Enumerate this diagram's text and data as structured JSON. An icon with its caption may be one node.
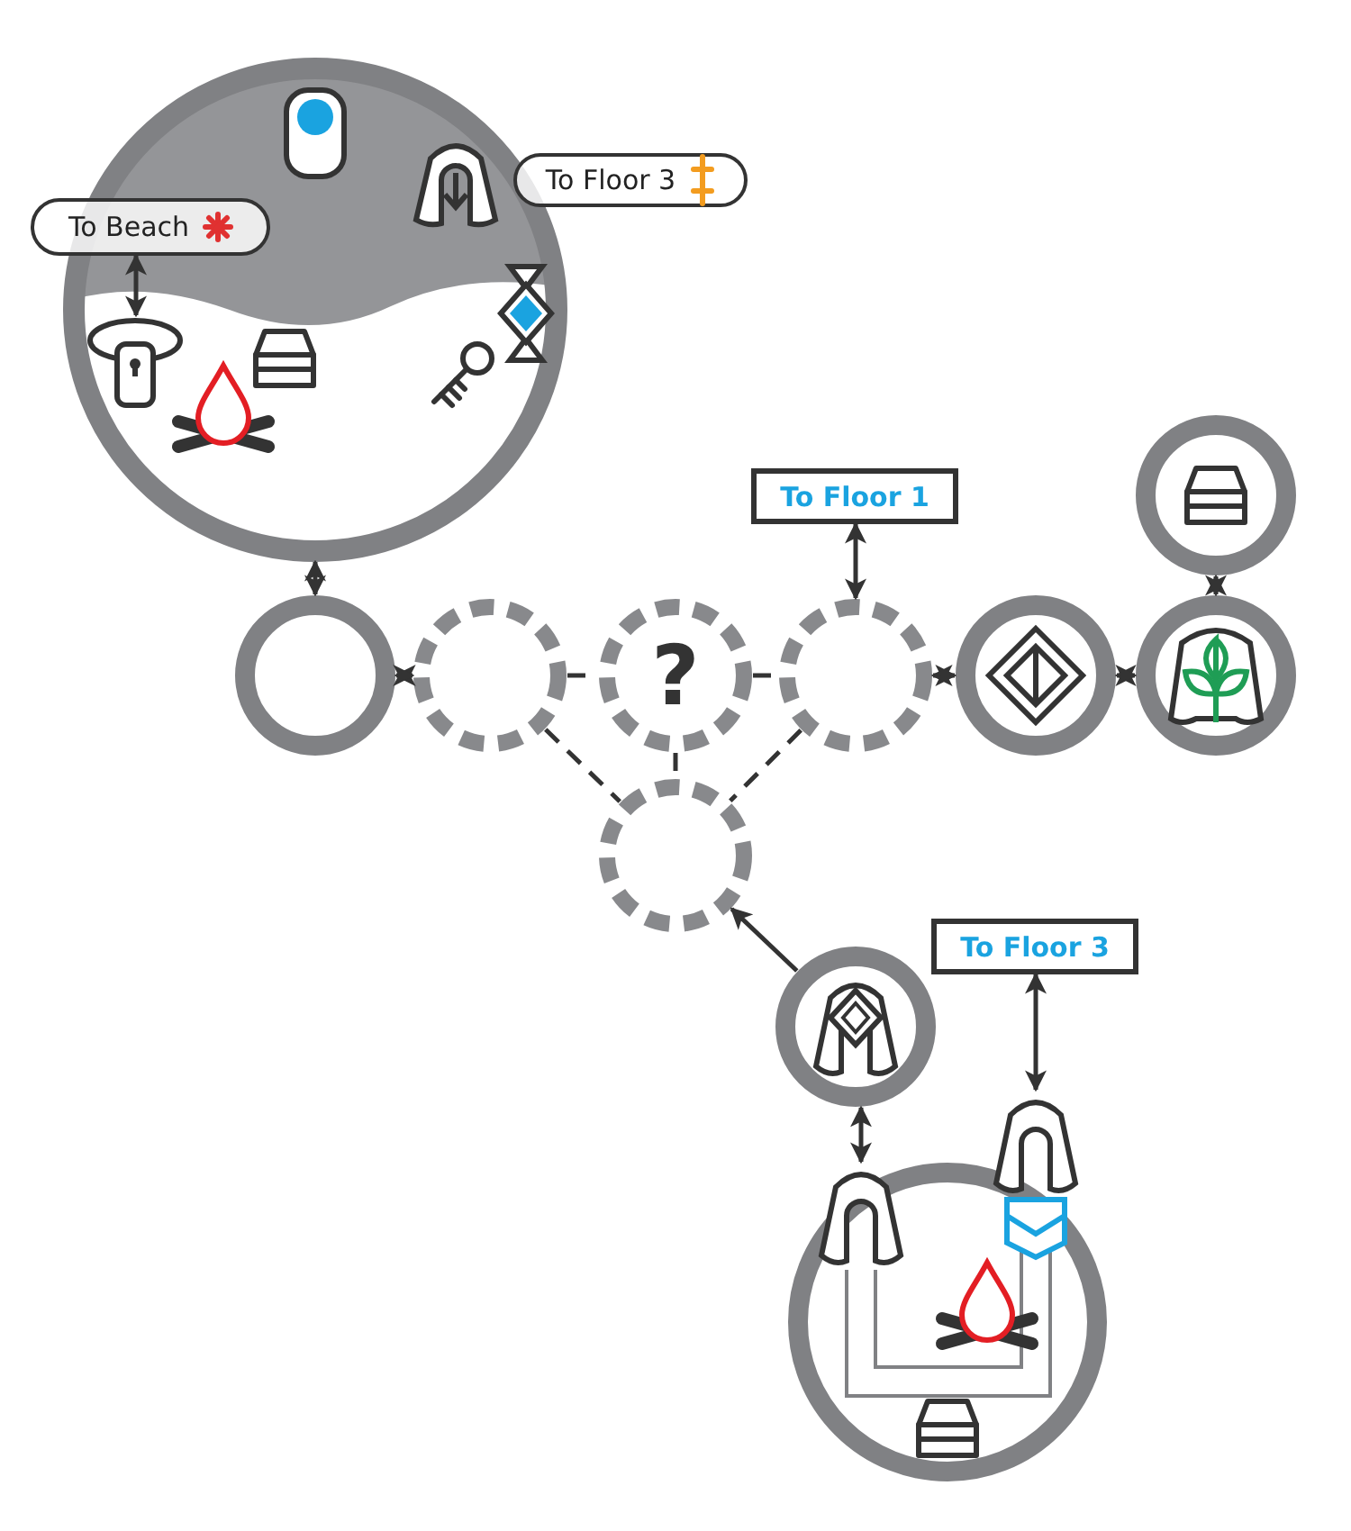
{
  "diagram": {
    "nodes": [
      {
        "text": [],
        "shape": "circle"
      },
      {
        "text": [
          "To Beach"
        ]
      },
      {
        "text": [
          "To Floor 3"
        ]
      },
      {
        "text": [],
        "shape": "picture",
        "in": 0
      },
      {
        "text": [],
        "shape": "circle"
      },
      {
        "text": [],
        "shape": "circle"
      },
      {
        "text": [
          "?"
        ]
      },
      {
        "text": [],
        "shape": "circle"
      },
      {
        "text": [
          "To Floor 1"
        ]
      },
      {
        "text": [],
        "shape": "circle"
      },
      {
        "text": [],
        "shape": "circle"
      },
      {
        "text": [],
        "shape": "circle"
      },
      {
        "text": [],
        "shape": "circle"
      },
      {
        "text": [],
        "shape": "circle"
      },
      {
        "text": [
          "To Floor 3"
        ]
      },
      {
        "text": [],
        "shape": "circle"
      },
      {
        "text": [],
        "shape": "picture",
        "in": 15
      },
      {
        "text": [],
        "shape": "picture"
      }
    ],
    "edges": [
      {
        "from": 0,
        "to": 4,
        "arrow": "both"
      },
      {
        "from": 1,
        "to": 3,
        "arrow": "both"
      },
      {
        "from": 4,
        "to": 5,
        "arrow": "both"
      },
      {
        "from": 5,
        "to": 6,
        "arrow": "none",
        "style": "dashed"
      },
      {
        "from": 6,
        "to": 7,
        "arrow": "none",
        "style": "dashed"
      },
      {
        "from": 5,
        "to": 12,
        "arrow": "none",
        "style": "dashed"
      },
      {
        "from": 6,
        "to": 12,
        "arrow": "none",
        "style": "dashed"
      },
      {
        "from": 7,
        "to": 12,
        "arrow": "none",
        "style": "dashed"
      },
      {
        "from": 7,
        "to": 8,
        "arrow": "both"
      },
      {
        "from": 7,
        "to": 9,
        "arrow": "both"
      },
      {
        "from": 9,
        "to": 10,
        "arrow": "both"
      },
      {
        "from": 11,
        "to": 10,
        "arrow": "both"
      },
      {
        "from": 13,
        "to": 12,
        "arrow": "to"
      },
      {
        "from": 13,
        "to": 16,
        "arrow": "both"
      },
      {
        "from": 14,
        "to": 17,
        "arrow": "both"
      },
      {
        "from": 16,
        "to": 17,
        "arrow": "none",
        "style": "thick",
        "color": "#808184"
      }
    ]
  }
}
